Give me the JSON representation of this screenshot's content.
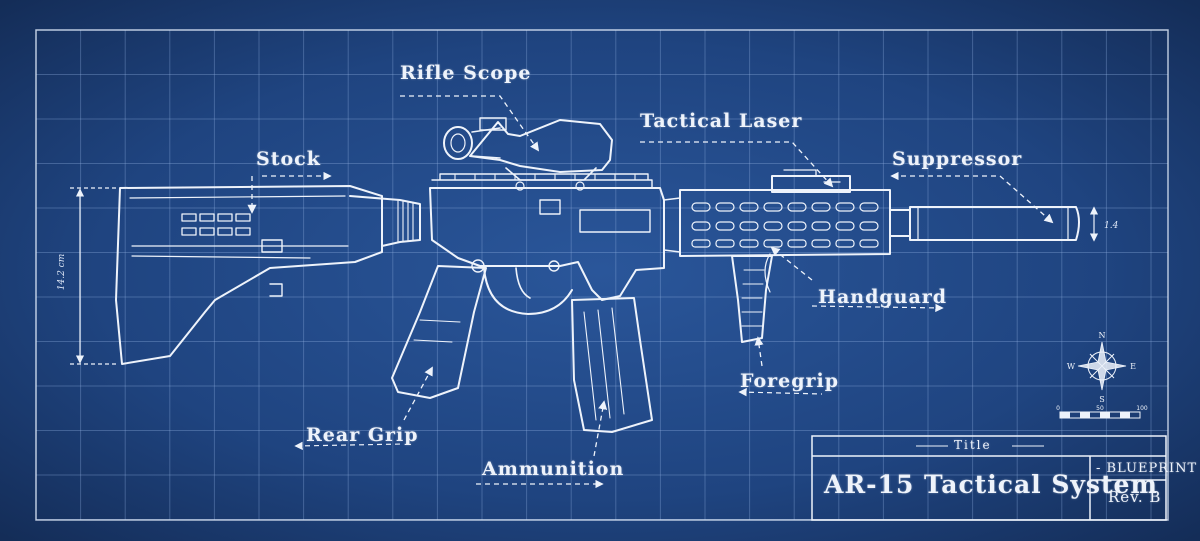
{
  "callouts": {
    "rifle_scope": "Rifle Scope",
    "tactical_laser": "Tactical Laser",
    "stock": "Stock",
    "suppressor": "Suppressor",
    "handguard": "Handguard",
    "foregrip": "Foregrip",
    "rear_grip": "Rear Grip",
    "ammunition": "Ammunition"
  },
  "title_block": {
    "caption": "Title",
    "name": "AR-15 Tactical System",
    "type": "- BLUEPRINT",
    "revision": "Rev. B"
  },
  "dimensions": {
    "height_note": "14.2 cm",
    "suppressor_note": "1.4"
  },
  "scale_bar": {
    "ticks": [
      "0",
      "50",
      "100"
    ]
  },
  "compass": {
    "n": "N",
    "s": "S",
    "e": "E",
    "w": "W"
  },
  "colors": {
    "paper": "#1d3f78",
    "ink": "#eef3fb"
  }
}
